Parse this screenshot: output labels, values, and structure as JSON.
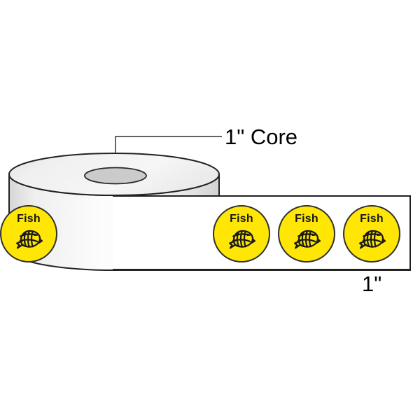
{
  "annotations": {
    "core_label": "1\" Core",
    "width_label": "1\""
  },
  "stickers": {
    "label": "Fish",
    "count": 4,
    "icon": "fish-icon"
  },
  "colors": {
    "sticker_fill": "#ffe605",
    "sticker_border": "#2f2f2d",
    "sticker_text": "#161613",
    "outline": "#222222",
    "leader_line": "#4d4d4d",
    "core_fill": "#cbcbcb",
    "strip_background": "#ffffff"
  }
}
